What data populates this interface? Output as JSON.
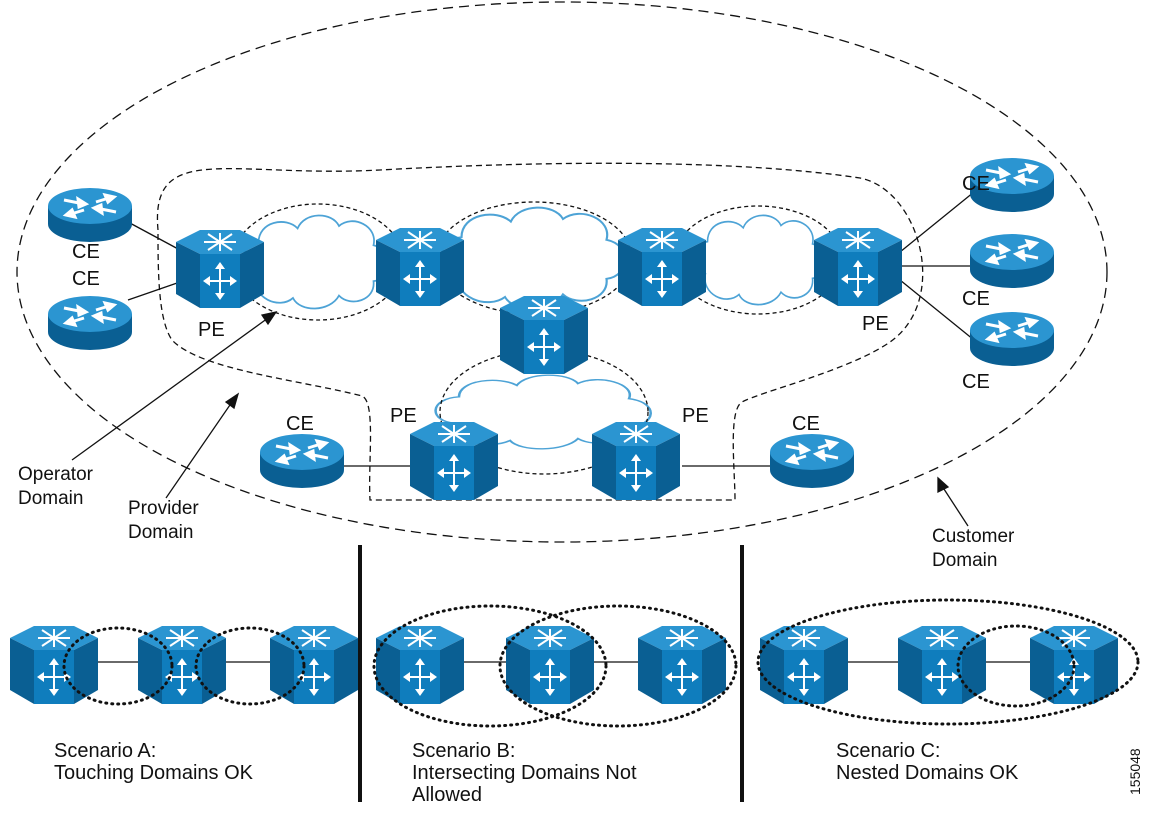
{
  "labels": {
    "ce": "CE",
    "pe": "PE",
    "operator_domain": [
      "Operator",
      "Domain"
    ],
    "provider_domain": [
      "Provider",
      "Domain"
    ],
    "customer_domain": [
      "Customer",
      "Domain"
    ]
  },
  "scenarios": [
    {
      "title": "Scenario A:",
      "lines": [
        "Touching Domains OK"
      ]
    },
    {
      "title": "Scenario B:",
      "lines": [
        "Intersecting Domains Not",
        "Allowed"
      ]
    },
    {
      "title": "Scenario C:",
      "lines": [
        "Nested Domains OK"
      ]
    }
  ],
  "figure_id": "155048",
  "colors": {
    "device_front": "#0f7dbd",
    "device_top": "#2b95d1",
    "device_side": "#0a5f93",
    "cloud_stroke": "#4da3d6",
    "line": "#111111"
  }
}
